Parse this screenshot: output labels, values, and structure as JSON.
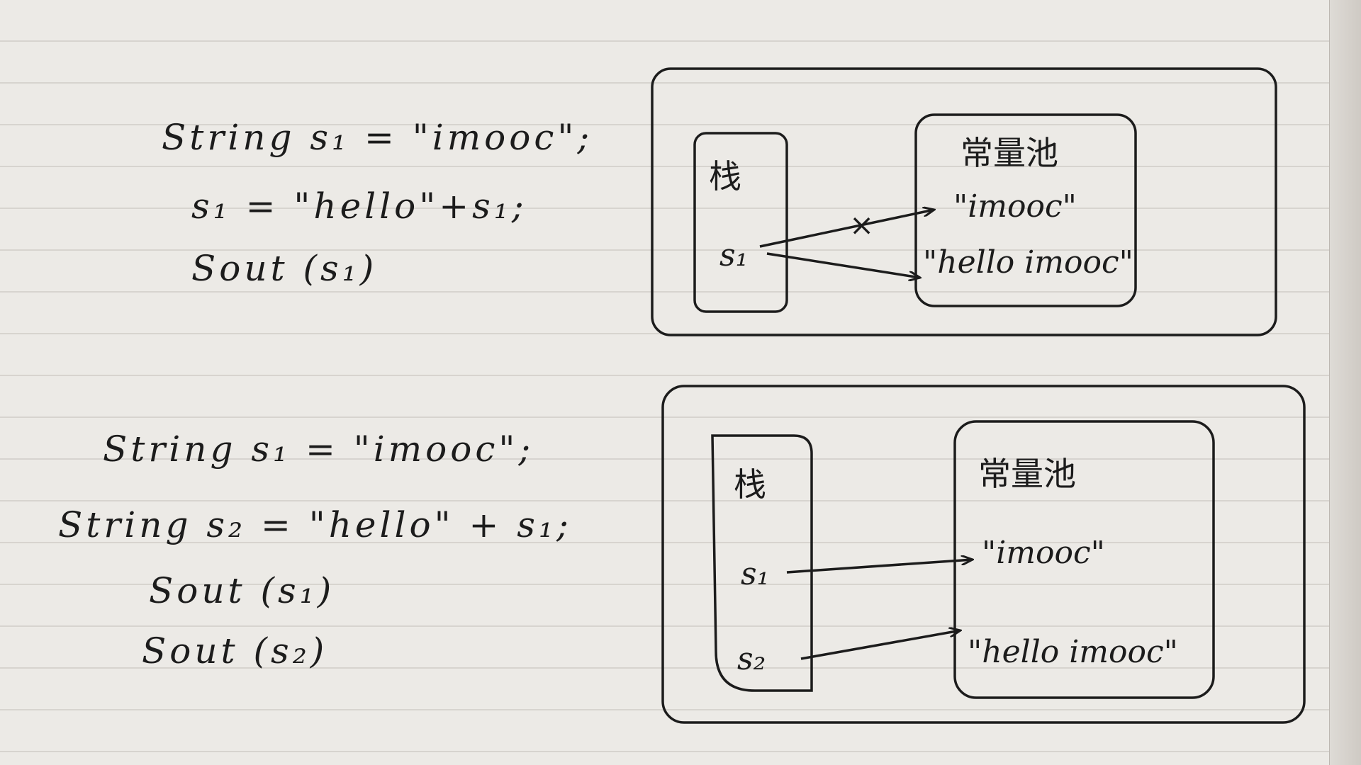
{
  "code_top": {
    "line1": "String s₁ = \"imooc\";",
    "line2": "s₁ = \"hello\"+s₁;",
    "line3": "Sout (s₁)"
  },
  "code_bottom": {
    "line1": "String s₁ = \"imooc\";",
    "line2": "String s₂ = \"hello\" + s₁;",
    "line3": "Sout (s₁)",
    "line4": "Sout (s₂)"
  },
  "diagram_top": {
    "stack_label": "栈",
    "pool_label": "常量池",
    "var1": "s₁",
    "pool_item1": "\"imooc\"",
    "pool_item2": "\"hello imooc\"",
    "cross_mark": "×"
  },
  "diagram_bottom": {
    "stack_label": "栈",
    "pool_label": "常量池",
    "var1": "s₁",
    "var2": "s₂",
    "pool_item1": "\"imooc\"",
    "pool_item2": "\"hello imooc\""
  },
  "colors": {
    "ink": "#1c1c1c",
    "paper": "#eceae6",
    "rule_line": "#d7d4cf"
  }
}
